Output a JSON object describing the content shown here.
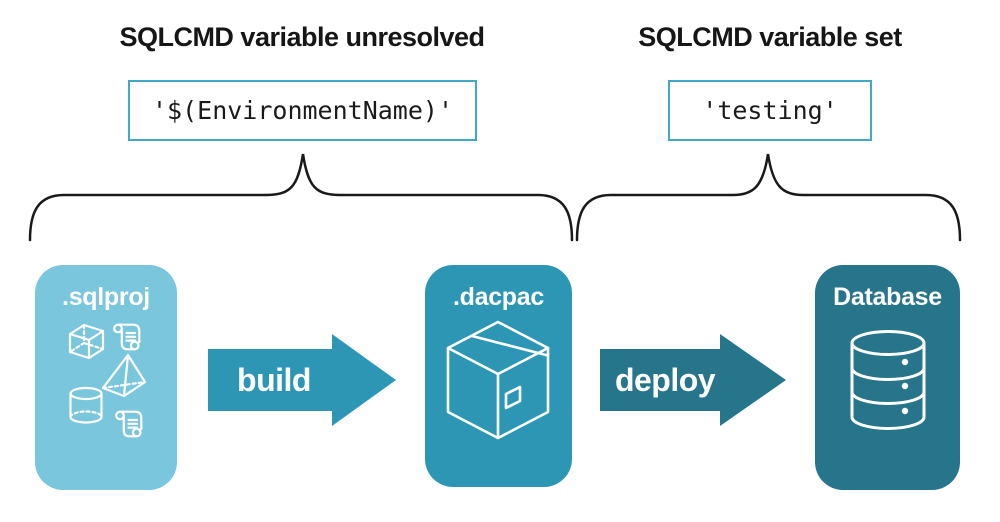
{
  "annotations": {
    "left": {
      "heading": "SQLCMD variable unresolved",
      "value": "'$(EnvironmentName)'"
    },
    "right": {
      "heading": "SQLCMD variable set",
      "value": "'testing'"
    }
  },
  "pipeline": {
    "nodes": [
      {
        "label": ".sqlproj",
        "color": "#7AC6DC",
        "icon": "sql-objects-icon"
      },
      {
        "label": ".dacpac",
        "color": "#2E96B5",
        "icon": "package-icon"
      },
      {
        "label": "Database",
        "color": "#26758A",
        "icon": "database-icon"
      }
    ],
    "arrows": [
      {
        "label": "build",
        "color": "#2E96B5"
      },
      {
        "label": "deploy",
        "color": "#26758A"
      }
    ]
  },
  "colors": {
    "background": "#FFFFFF",
    "value_box_border": "#43A8C5",
    "heading_text": "#161616",
    "code_text": "#1A1A1A",
    "brace_stroke": "#1A1A1A",
    "icon_stroke": "#FFFFFF"
  }
}
